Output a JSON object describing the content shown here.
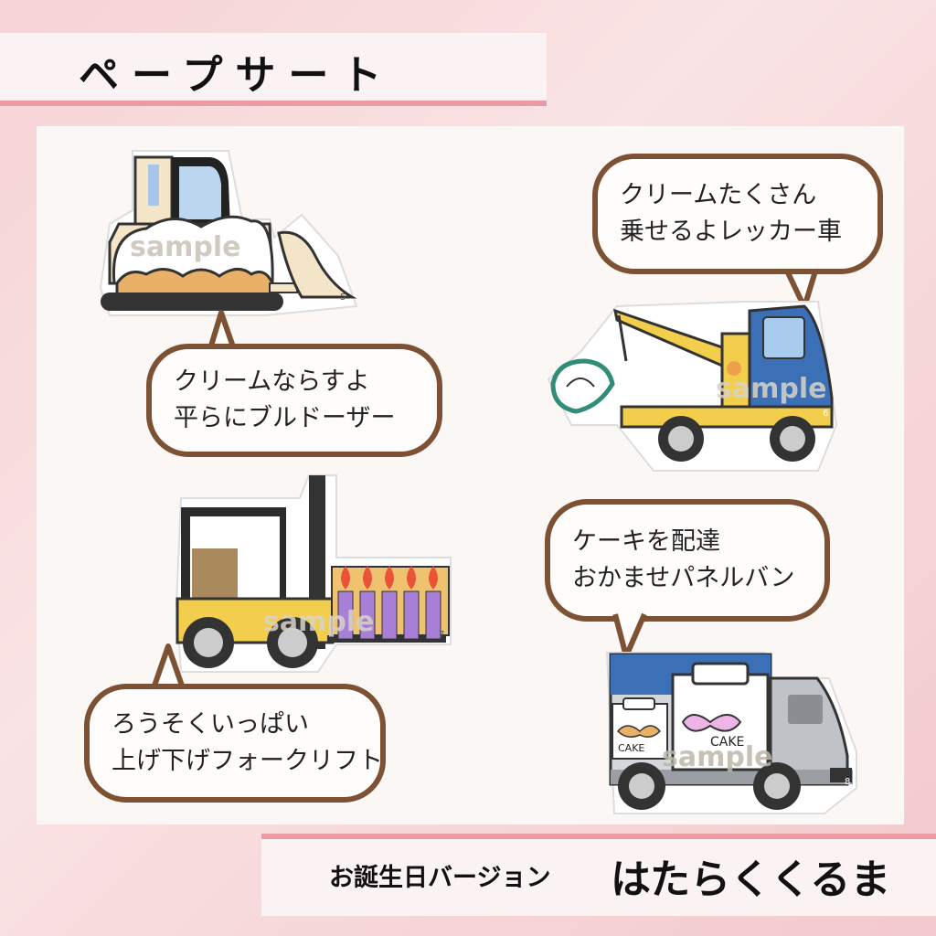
{
  "header": {
    "title": "ペープサート"
  },
  "cards": [
    {
      "id": "bulldozer",
      "bubble_lines": [
        "クリームならすよ",
        "平らにブルドーザー"
      ],
      "watermark": "sample",
      "number": "5"
    },
    {
      "id": "tow_truck",
      "bubble_lines": [
        "クリームたくさん",
        "乗せるよレッカー車"
      ],
      "watermark": "sample",
      "number": "6"
    },
    {
      "id": "forklift",
      "bubble_lines": [
        "ろうそくいっぱい",
        "上げ下げフォークリフト"
      ],
      "watermark": "sample",
      "number": "7"
    },
    {
      "id": "panel_van",
      "bubble_lines": [
        "ケーキを配達",
        "おかませパネルバン"
      ],
      "watermark": "sample",
      "number": "8",
      "box_labels": [
        "CAKE",
        "CAKE"
      ]
    }
  ],
  "footer": {
    "subtitle": "お誕生日バージョン",
    "title": "はたらくくるま"
  },
  "colors": {
    "accent_pink": "#ec9aa4",
    "bubble_border": "#7c5134"
  }
}
